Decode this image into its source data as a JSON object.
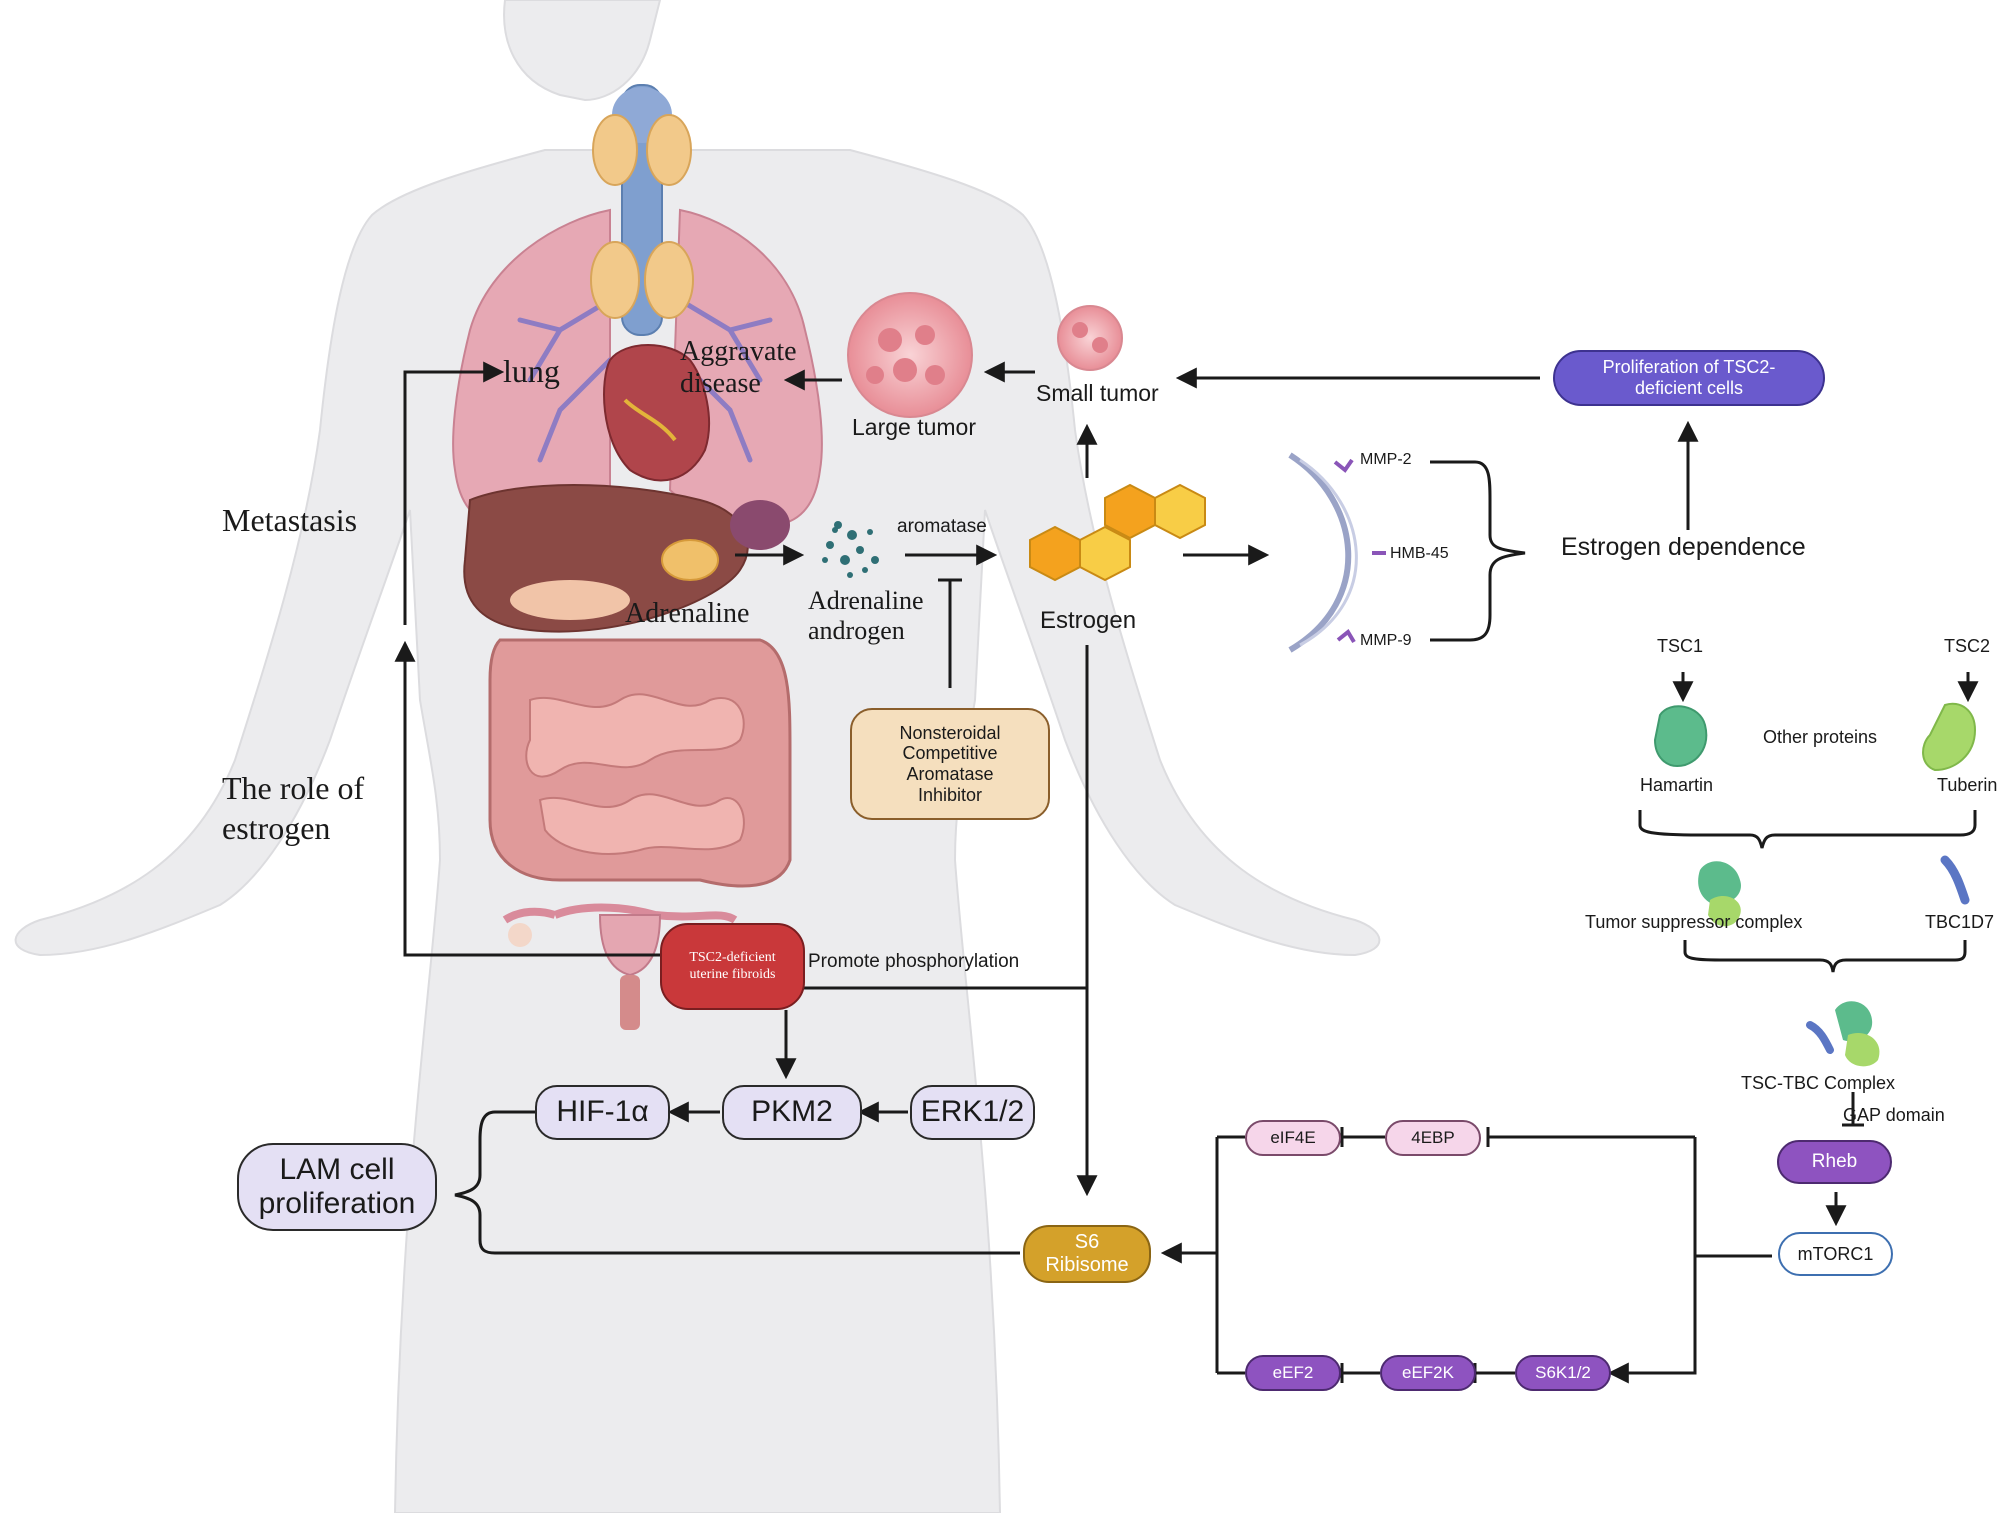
{
  "colors": {
    "silhouette": "#e7e7e9",
    "arrow": "#1a1a1a",
    "tumor": "#f2b7bd",
    "estrogen_hex": "#f4a21e",
    "estrogen_hex_light": "#f8cd46",
    "proliferation_pill": "#6a5acd",
    "fibroid_pill": "#c9383a",
    "aromatase_box": "#f5dfbe",
    "lavender": "#e4e0f4",
    "pink_pill": "#f6d6ea",
    "purple_pill": "#8e53c0",
    "s6_pill": "#d4a12a"
  },
  "icons": {
    "body": "human-silhouette-icon",
    "thyroid": "thyroid-icon",
    "lungs": "lungs-icon",
    "heart": "heart-icon",
    "liver": "liver-icon",
    "adrenal": "adrenal-gland-icon",
    "intestines": "intestines-icon",
    "uterus": "uterus-icon",
    "tumor": "tumor-cluster-icon",
    "molecule": "steroid-molecule-icon",
    "membrane": "cell-membrane-icon",
    "protein": "protein-icon"
  },
  "labels": {
    "lung": "lung",
    "aggravate": "Aggravate",
    "disease": "disease",
    "metastasis": "Metastasis",
    "role_line1": "The role of",
    "role_line2": "estrogen",
    "adrenaline_organ": "Adrenaline",
    "adrenaline_product": "Adrenaline",
    "androgen": "androgen",
    "aromatase": "aromatase",
    "estrogen": "Estrogen",
    "large_tumor": "Large tumor",
    "small_tumor": "Small tumor",
    "mmp2": "MMP-2",
    "hmb45": "HMB-45",
    "mmp9": "MMP-9",
    "estrogen_dependence": "Estrogen dependence",
    "promote_phosphorylation": "Promote phosphorylation",
    "tsc1": "TSC1",
    "tsc2": "TSC2",
    "hamartin": "Hamartin",
    "tuberin": "Tuberin",
    "other_proteins": "Other proteins",
    "tumor_suppressor_complex": "Tumor suppressor complex",
    "tbc1d7": "TBC1D7",
    "tsc_tbc_complex": "TSC-TBC Complex",
    "gap_domain": "GAP domain"
  },
  "boxes": {
    "proliferation_line1": "Proliferation of TSC2-",
    "proliferation_line2": "deficient cells",
    "inhibitor_lines": [
      "Nonsteroidal",
      "Competitive",
      "Aromatase",
      "Inhibitor"
    ],
    "fibroid_line1": "TSC2-deficient",
    "fibroid_line2": "uterine fibroids",
    "hif": "HIF-1α",
    "pkm2": "PKM2",
    "erk": "ERK1/2",
    "lam_line1": "LAM cell",
    "lam_line2": "proliferation",
    "s6_line1": "S6",
    "s6_line2": "Ribisome",
    "eif4e": "eIF4E",
    "ebp4": "4EBP",
    "eef2": "eEF2",
    "eef2k": "eEF2K",
    "s6k": "S6K1/2",
    "rheb": "Rheb",
    "mtorc1": "mTORC1"
  }
}
